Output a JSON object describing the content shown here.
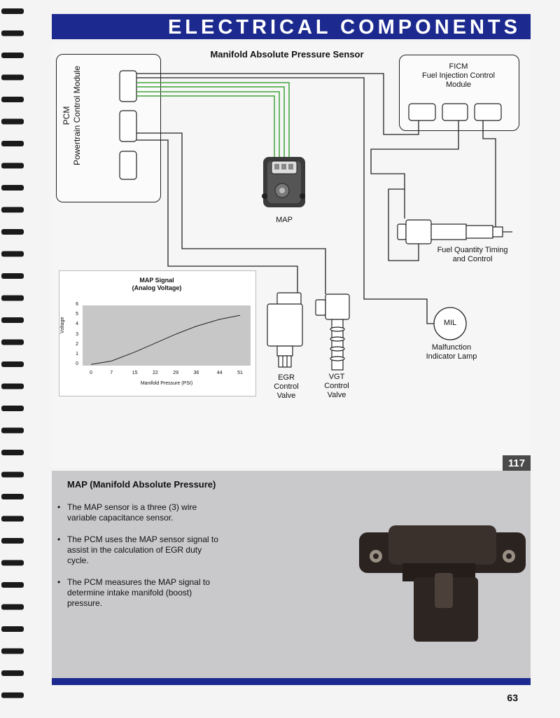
{
  "header": {
    "title": "ELECTRICAL COMPONENTS"
  },
  "diagram": {
    "title": "Manifold Absolute Pressure Sensor",
    "pcm_label_line1": "PCM",
    "pcm_label_line2": "Powertrain Control Module",
    "ficm_label_line1": "FICM",
    "ficm_label_line2": "Fuel Injection Control",
    "ficm_label_line3": "Module",
    "map_label": "MAP",
    "injector_label_line1": "Fuel Quantity Timing",
    "injector_label_line2": "and Control",
    "mil_badge": "MIL",
    "mil_label_line1": "Malfunction",
    "mil_label_line2": "Indicator Lamp",
    "egr_label_line1": "EGR",
    "egr_label_line2": "Control",
    "egr_label_line3": "Valve",
    "vgt_label_line1": "VGT",
    "vgt_label_line2": "Control",
    "vgt_label_line3": "Valve",
    "wire_color_signal": "#3fa43a",
    "wire_color_power": "#222222"
  },
  "chart_data": {
    "type": "line",
    "title": "MAP Signal",
    "subtitle": "(Analog Voltage)",
    "xlabel": "Manifold Pressure (PSI)",
    "ylabel": "Voltage",
    "x_ticks": [
      "0",
      "7",
      "15",
      "22",
      "29",
      "36",
      "44",
      "51"
    ],
    "y_ticks": [
      "0",
      "1",
      "2",
      "3",
      "4",
      "5",
      "6"
    ],
    "ylim": [
      0,
      6
    ],
    "grid": false,
    "series": [
      {
        "x": [
          0,
          7,
          15,
          22,
          29,
          36,
          44,
          51
        ],
        "values": [
          0.05,
          0.4,
          1.3,
          2.2,
          3.1,
          3.9,
          4.6,
          5.0
        ]
      }
    ]
  },
  "slide_number": "117",
  "section": {
    "heading": "MAP (Manifold Absolute Pressure)",
    "bullets": [
      "The MAP sensor is a three (3) wire variable capacitance sensor.",
      "The PCM uses the MAP sensor signal to assist in the calculation of EGR duty cycle.",
      "The PCM measures the MAP signal to determine intake manifold (boost) pressure."
    ]
  },
  "page_number": "63"
}
